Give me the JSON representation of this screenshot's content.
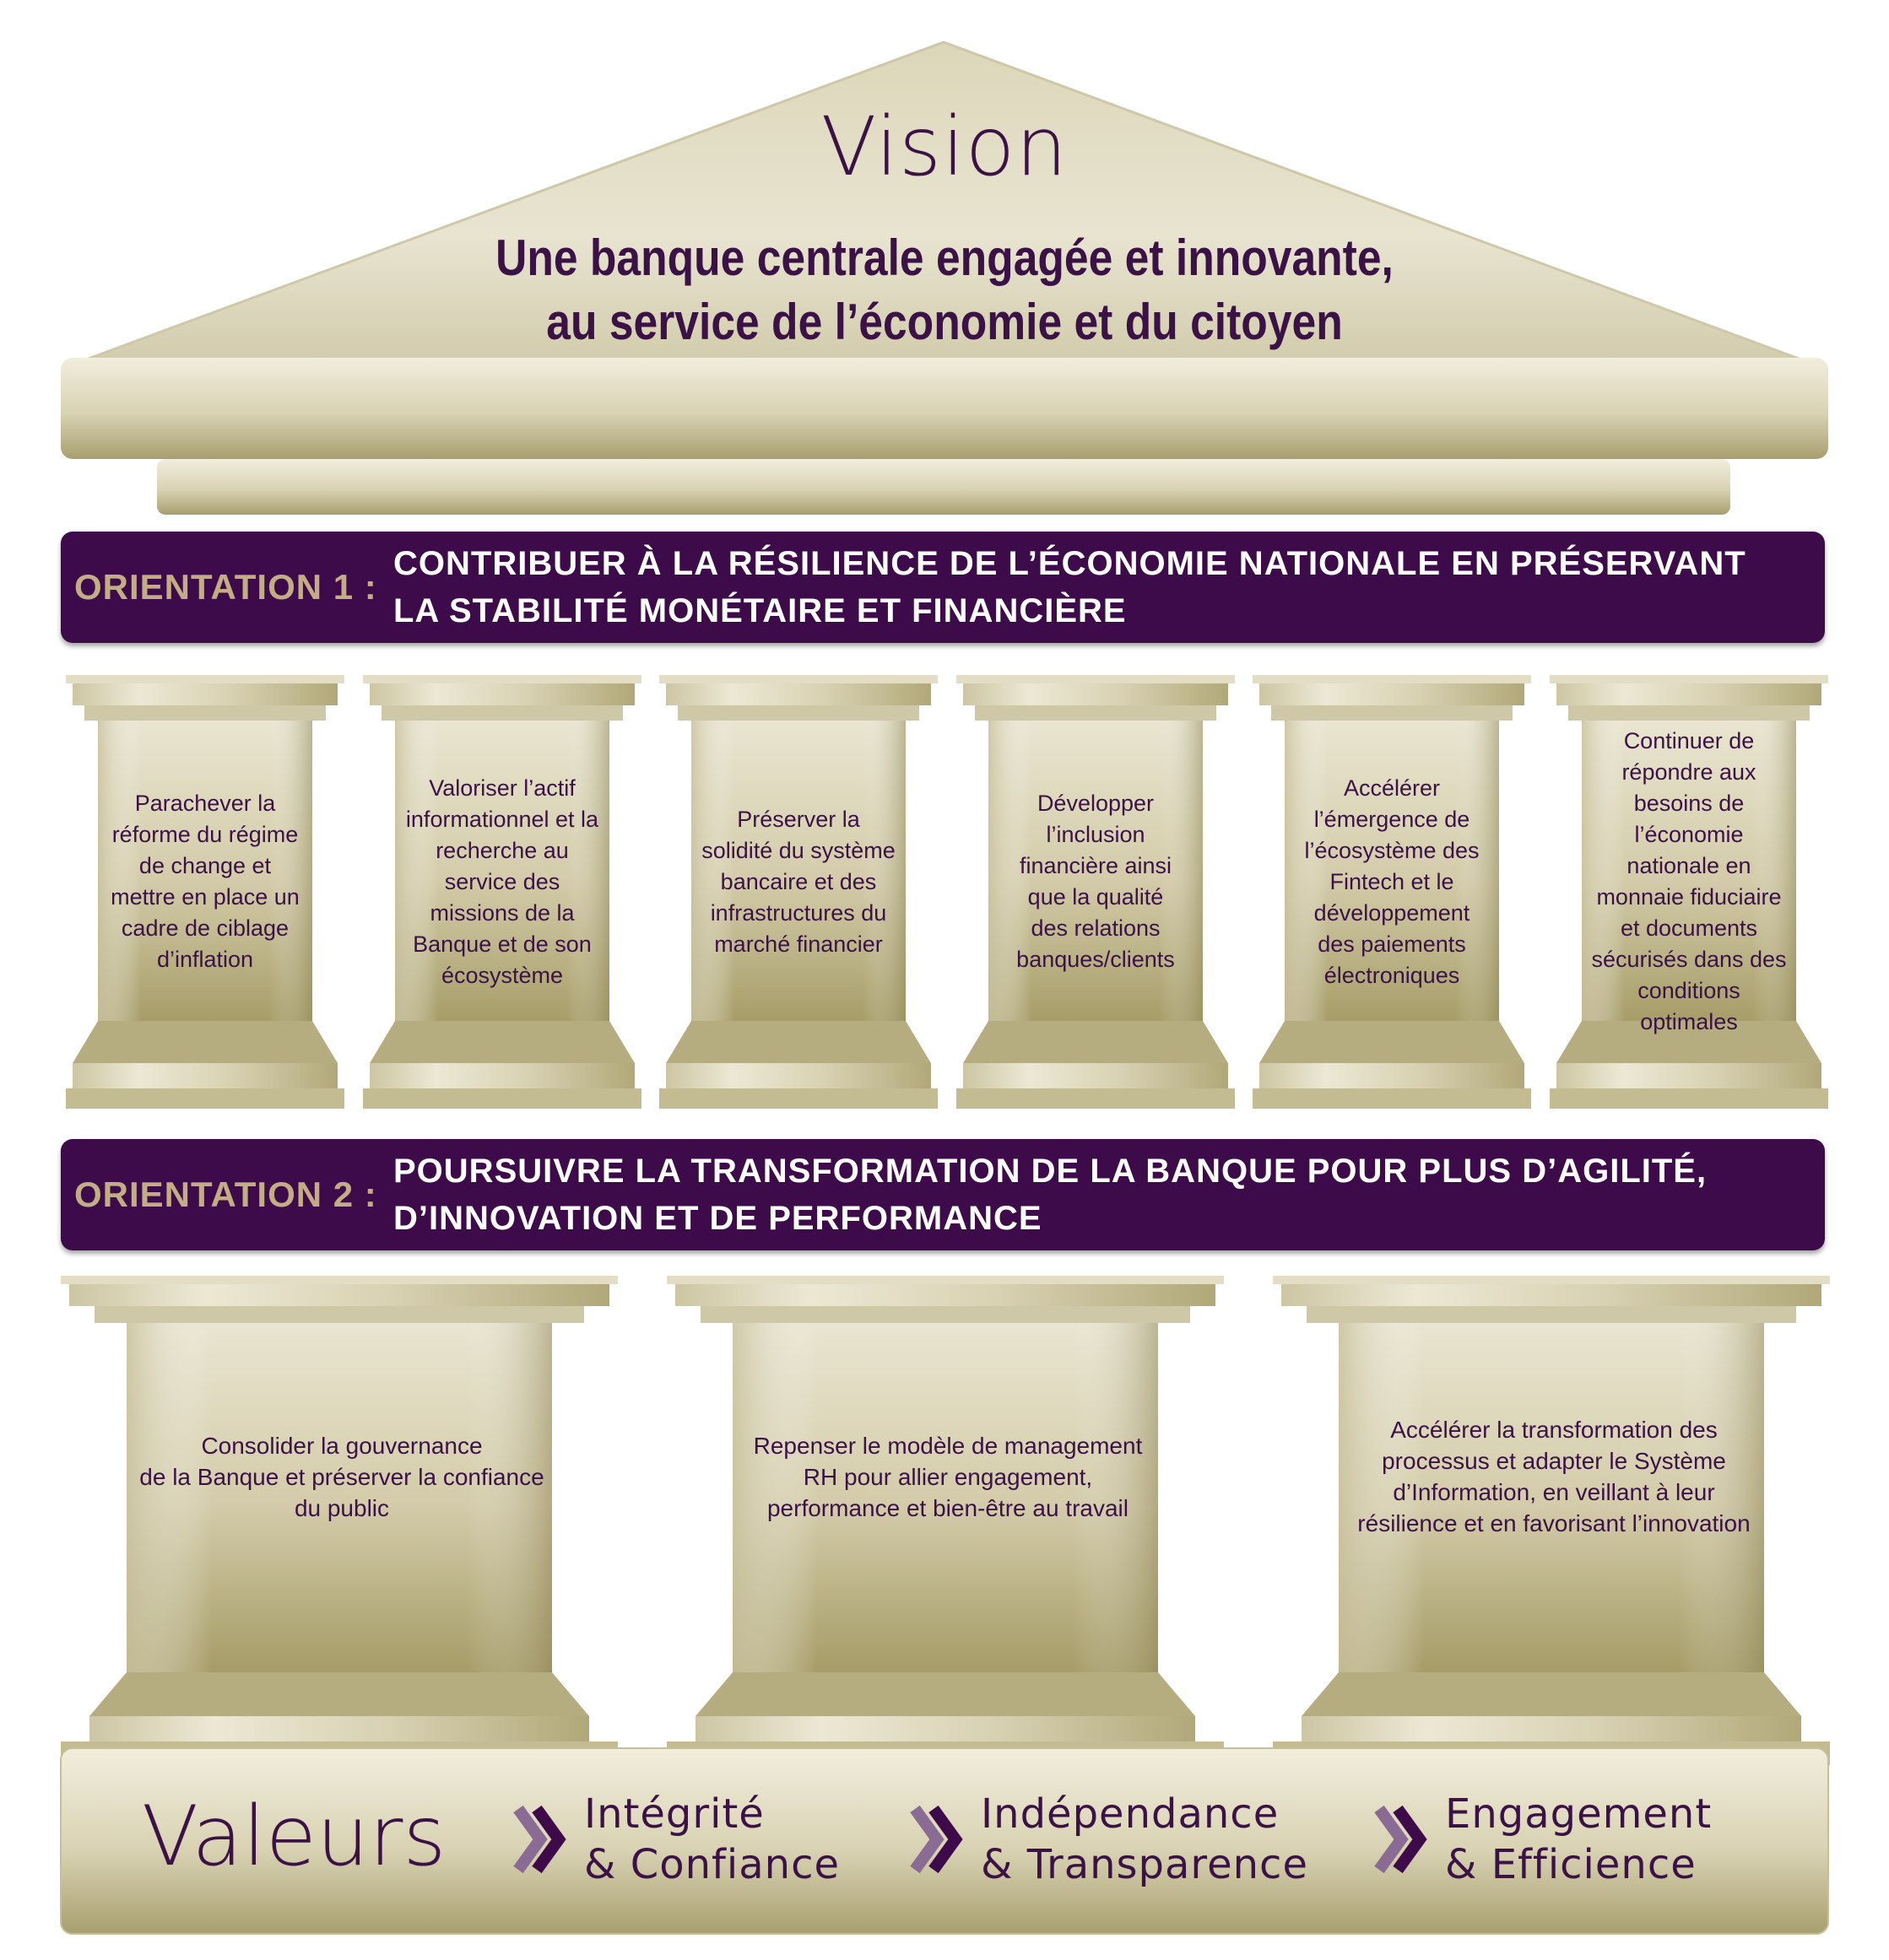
{
  "vision": {
    "title": "Vision",
    "line1": "Une banque centrale engagée et innovante,",
    "line2": "au service de l’économie et du citoyen"
  },
  "orientations": [
    {
      "label": "ORIENTATION 1 :",
      "line1": "CONTRIBUER À LA RÉSILIENCE DE L’ÉCONOMIE NATIONALE EN PRÉSERVANT",
      "line2": "LA STABILITÉ MONÉTAIRE ET FINANCIÈRE"
    },
    {
      "label": "ORIENTATION 2 :",
      "line1": "POURSUIVRE LA TRANSFORMATION DE LA BANQUE POUR PLUS D’AGILITÉ,",
      "line2": "D’INNOVATION ET DE PERFORMANCE"
    }
  ],
  "pillars_row1": [
    {
      "lines": [
        "Parachever la",
        "réforme du régime",
        "de change et",
        "mettre en place un",
        "cadre de ciblage",
        "d’inflation"
      ]
    },
    {
      "lines": [
        "Valoriser l’actif",
        "informationnel et la",
        "recherche au",
        "service des",
        "missions de la",
        "Banque et de son",
        "écosystème"
      ]
    },
    {
      "lines": [
        "Préserver la",
        "solidité du système",
        "bancaire et des",
        "infrastructures du",
        "marché financier"
      ]
    },
    {
      "lines": [
        "Développer",
        "l’inclusion",
        "financière ainsi",
        "que la qualité",
        "des relations",
        "banques/clients"
      ]
    },
    {
      "lines": [
        "Accélérer",
        "l’émergence de",
        "l’écosystème des",
        "Fintech et le",
        "développement",
        "des paiements",
        "électroniques"
      ]
    },
    {
      "lines": [
        "Continuer de",
        "répondre aux",
        "besoins de",
        "l’économie",
        "nationale en",
        "monnaie fiduciaire",
        "et documents",
        "sécurisés dans des",
        "conditions",
        "optimales"
      ]
    }
  ],
  "pillars_row2": [
    {
      "lines": [
        "Consolider la gouvernance",
        "de la Banque et préserver la confiance",
        "du public"
      ]
    },
    {
      "lines": [
        "Repenser le modèle de management",
        "RH pour allier engagement,",
        "performance et bien-être au travail"
      ]
    },
    {
      "lines": [
        "Accélérer la transformation des",
        "processus et adapter le Système",
        "d’Information, en veillant à leur",
        "résilience et en favorisant l’innovation"
      ]
    }
  ],
  "valeurs": {
    "title": "Valeurs",
    "items": [
      {
        "line1": "Intégrité",
        "line2": "& Confiance"
      },
      {
        "line1": "Indépendance",
        "line2": "& Transparence"
      },
      {
        "line1": "Engagement",
        "line2": "& Efficience"
      }
    ]
  },
  "colors": {
    "purple": "#3e0b4a",
    "gold_label": "#c3ad84",
    "stone_light": "#e9e5cf",
    "stone_dark": "#a39a6c"
  },
  "icons": {
    "value_bullet": "double-chevron-right-icon"
  }
}
